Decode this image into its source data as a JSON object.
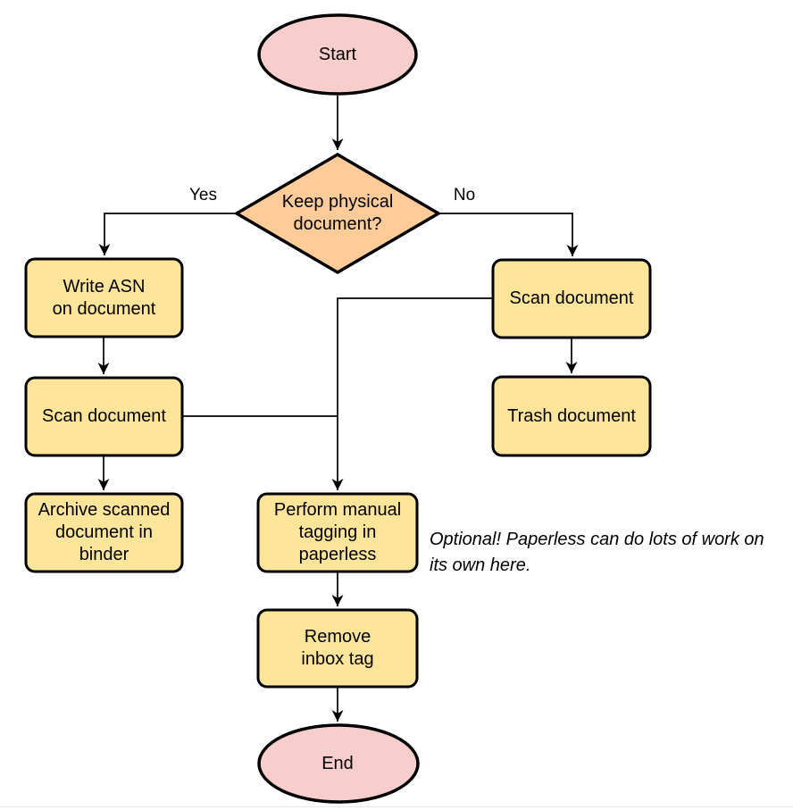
{
  "colors": {
    "terminal_fill": "#F8CECC",
    "decision_fill": "#FFCC99",
    "process_fill": "#FFE599",
    "stroke": "#000000",
    "bottom_divider": "#E6E6E6"
  },
  "nodes": {
    "start": {
      "label": "Start"
    },
    "keep_physical": {
      "label": "Keep physical\ndocument?"
    },
    "write_asn": {
      "label": "Write ASN\non document"
    },
    "scan_document_left": {
      "label": "Scan document"
    },
    "archive_scanned": {
      "label": "Archive scanned\ndocument in\nbinder"
    },
    "scan_document_right": {
      "label": "Scan document"
    },
    "trash_document": {
      "label": "Trash document"
    },
    "manual_tagging": {
      "label": "Perform manual\ntagging in\npaperless"
    },
    "remove_inbox_tag": {
      "label": "Remove\ninbox tag"
    },
    "end": {
      "label": "End"
    }
  },
  "edge_labels": {
    "yes": "Yes",
    "no": "No"
  },
  "annotation": {
    "text": "Optional! Paperless can do lots of work on\nits own here."
  }
}
